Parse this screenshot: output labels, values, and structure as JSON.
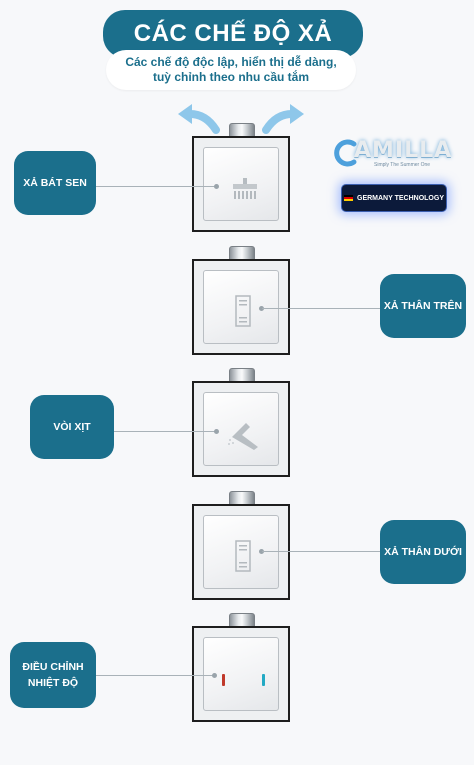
{
  "header": {
    "title": "CÁC CHẾ ĐỘ XẢ",
    "subtitle_line1": "Các chế độ độc lập, hiển thị dễ dàng,",
    "subtitle_line2": "tuỳ chỉnh theo nhu cầu tắm"
  },
  "brand": {
    "logo_text": "AMILLA",
    "tagline": "Simply The Summer One",
    "badge": "GERMANY TECHNOLOGY"
  },
  "modes": [
    {
      "label": "XẢ BÁT SEN",
      "icon": "shower-head-icon"
    },
    {
      "label": "XẢ THÂN TRÊN",
      "icon": "body-spray-icon"
    },
    {
      "label": "VÒI XỊT",
      "icon": "hand-spray-icon"
    },
    {
      "label": "XẢ THÂN DƯỚI",
      "icon": "body-spray-icon"
    },
    {
      "label_line1": "ĐIỀU CHỈNH",
      "label_line2": "NHIỆT ĐỘ",
      "icon": "temperature-icon"
    }
  ],
  "colors": {
    "accent": "#1b6f8c",
    "hot": "#c0392b",
    "cold": "#23a9c4",
    "arrow": "#8ec7ea"
  }
}
